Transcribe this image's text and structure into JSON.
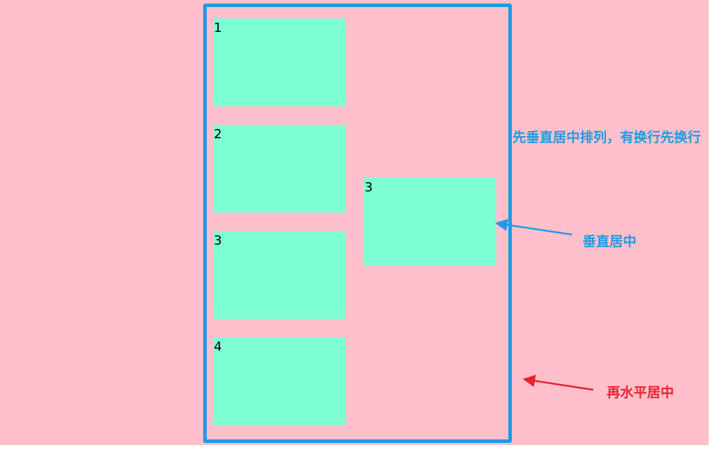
{
  "colors": {
    "background": "#ffc0cb",
    "container_border": "#1e9be3",
    "item_fill": "#7fffd4",
    "annotation_blue": "#1e9be3",
    "annotation_red": "#e8222e"
  },
  "items": [
    {
      "label": "1"
    },
    {
      "label": "2"
    },
    {
      "label": "3"
    },
    {
      "label": "4"
    },
    {
      "label": "3"
    }
  ],
  "annotations": {
    "wrap_note": "先垂直居中排列，有换行先换行",
    "vertical_center": "垂直居中",
    "horizontal_center": "再水平居中"
  }
}
